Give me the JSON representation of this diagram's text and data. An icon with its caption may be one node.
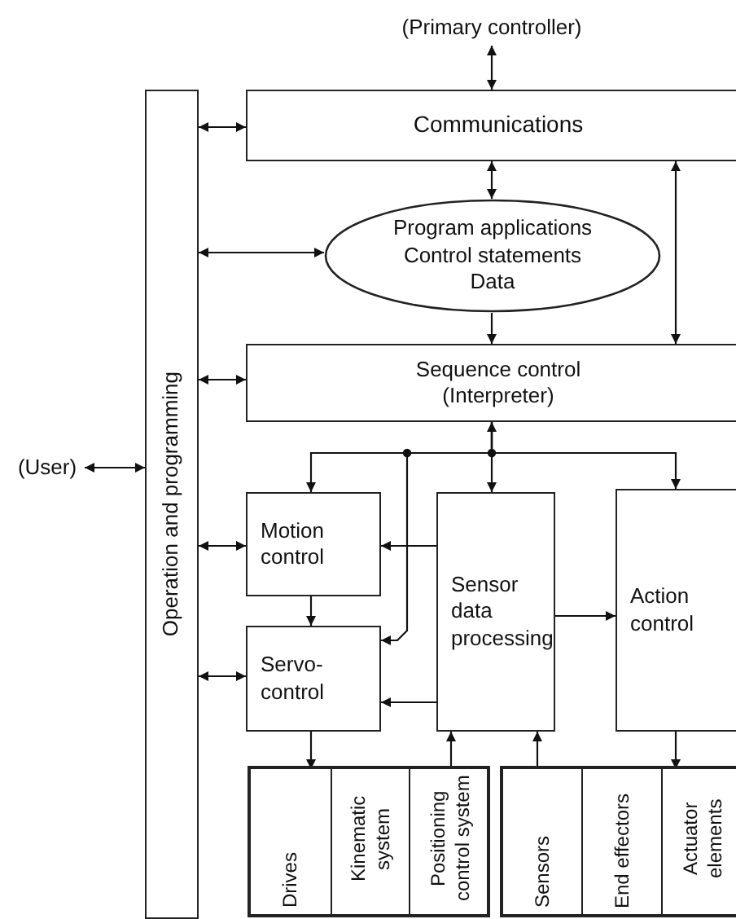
{
  "diagram": {
    "nodes": [
      {
        "text": [
          "(Primary controller)"
        ]
      },
      {
        "text": [
          "Operation and programming"
        ]
      },
      {
        "text": [
          "Communications"
        ]
      },
      {
        "text": [
          "Program applications",
          "Control statements",
          "Data"
        ]
      },
      {
        "text": [
          "Sequence control (Interpreter)"
        ]
      },
      {
        "text": [
          "(User)"
        ]
      },
      {
        "text": [
          "Motion control"
        ]
      },
      {
        "text": [
          "Sensor data processing"
        ]
      },
      {
        "text": [
          "Action control"
        ]
      },
      {
        "text": [
          "Servo-control"
        ]
      },
      {
        "text": [],
        "shape": "box"
      },
      {
        "text": [
          "Drives"
        ],
        "in": 10
      },
      {
        "text": [
          "Kinematic system"
        ],
        "in": 10
      },
      {
        "text": [
          "Positioning control system"
        ],
        "in": 10
      },
      {
        "text": [],
        "shape": "box"
      },
      {
        "text": [
          "Sensors"
        ],
        "in": 14
      },
      {
        "text": [
          "End effectors"
        ],
        "in": 14
      },
      {
        "text": [
          "Actuator elements"
        ],
        "in": 14
      }
    ],
    "edges": [
      {
        "from": 0,
        "to": 2,
        "arrow": "both"
      },
      {
        "from": 1,
        "to": 2,
        "arrow": "both"
      },
      {
        "from": 2,
        "to": 3,
        "arrow": "both"
      },
      {
        "from": 1,
        "to": 3,
        "arrow": "both"
      },
      {
        "from": 3,
        "to": 4,
        "arrow": "to"
      },
      {
        "from": 2,
        "to": 4,
        "arrow": "both"
      },
      {
        "from": 1,
        "to": 4,
        "arrow": "both"
      },
      {
        "from": 5,
        "to": 1,
        "arrow": "both"
      },
      {
        "from": 4,
        "to": 7,
        "arrow": "both"
      },
      {
        "from": 4,
        "to": 6,
        "arrow": "to"
      },
      {
        "from": 4,
        "to": 8,
        "arrow": "to"
      },
      {
        "from": 4,
        "to": 9,
        "arrow": "to"
      },
      {
        "from": 1,
        "to": 6,
        "arrow": "both"
      },
      {
        "from": 7,
        "to": 6,
        "arrow": "to"
      },
      {
        "from": 6,
        "to": 9,
        "arrow": "to"
      },
      {
        "from": 7,
        "to": 8,
        "arrow": "to"
      },
      {
        "from": 1,
        "to": 9,
        "arrow": "both"
      },
      {
        "from": 7,
        "to": 9,
        "arrow": "to"
      },
      {
        "from": 9,
        "to": 11,
        "arrow": "to"
      },
      {
        "from": 13,
        "to": 7,
        "arrow": "to"
      },
      {
        "from": 15,
        "to": 7,
        "arrow": "to"
      },
      {
        "from": 8,
        "to": 17,
        "arrow": "to"
      }
    ]
  }
}
